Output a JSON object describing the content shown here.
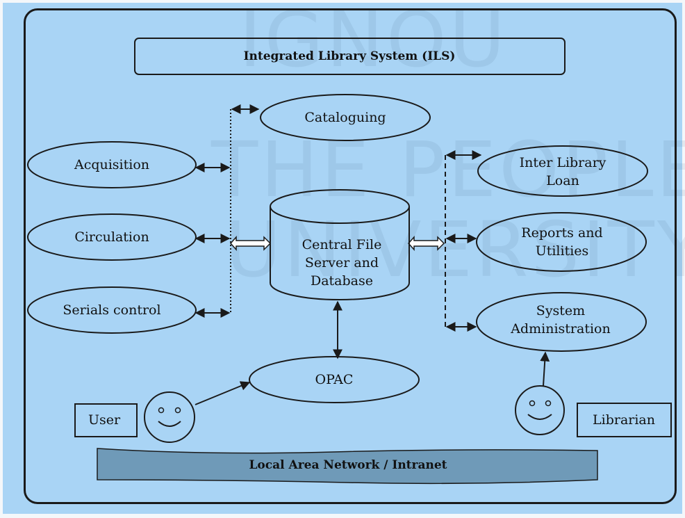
{
  "title": "Integrated Library System (ILS)",
  "left_modules": {
    "cataloguing": "Cataloguing",
    "acquisition": "Acquisition",
    "circulation": "Circulation",
    "serials": "Serials control"
  },
  "right_modules": {
    "ill_line1": "Inter Library",
    "ill_line2": "Loan",
    "reports_line1": "Reports and",
    "reports_line2": "Utilities",
    "sysadmin_line1": "System",
    "sysadmin_line2": "Administration"
  },
  "database": {
    "line1": "Central File",
    "line2": "Server and",
    "line3": "Database"
  },
  "opac": "OPAC",
  "user": "User",
  "librarian": "Librarian",
  "network": "Local Area Network / Intranet",
  "watermark": {
    "line1": "IGNOU",
    "line2": "THE PEOPLE'S",
    "line3": "UNIVERSITY"
  },
  "colors": {
    "background": "#a9d4f5",
    "network_bar": "#6f9ab8",
    "stroke": "#1a1a1a"
  }
}
